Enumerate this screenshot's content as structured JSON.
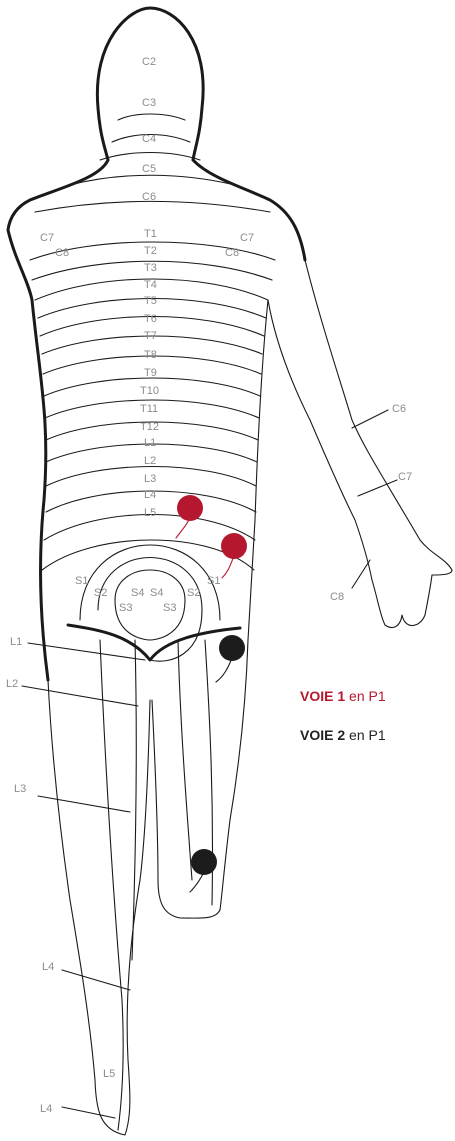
{
  "dermatomes": {
    "c2": "C2",
    "c3": "C3",
    "c4": "C4",
    "c5": "C5",
    "c6": "C6",
    "c7": "C7",
    "c8": "C8",
    "t1": "T1",
    "t2": "T2",
    "t3": "T3",
    "t4": "T4",
    "t5": "T5",
    "t6": "T6",
    "t7": "T7",
    "t8": "T8",
    "t9": "T9",
    "t10": "T10",
    "t11": "T11",
    "t12": "T12",
    "l1": "L1",
    "l2": "L2",
    "l3": "L3",
    "l4": "L4",
    "l5": "L5",
    "s1": "S1",
    "s2": "S2",
    "s3": "S3",
    "s4": "S4"
  },
  "legend": {
    "voie1_bold": "VOIE 1",
    "voie1_rest": "en P1",
    "voie2_bold": "VOIE 2",
    "voie2_rest": "en P1"
  },
  "colors": {
    "voie1": "#b5172f",
    "voie2": "#1c1c1c"
  }
}
